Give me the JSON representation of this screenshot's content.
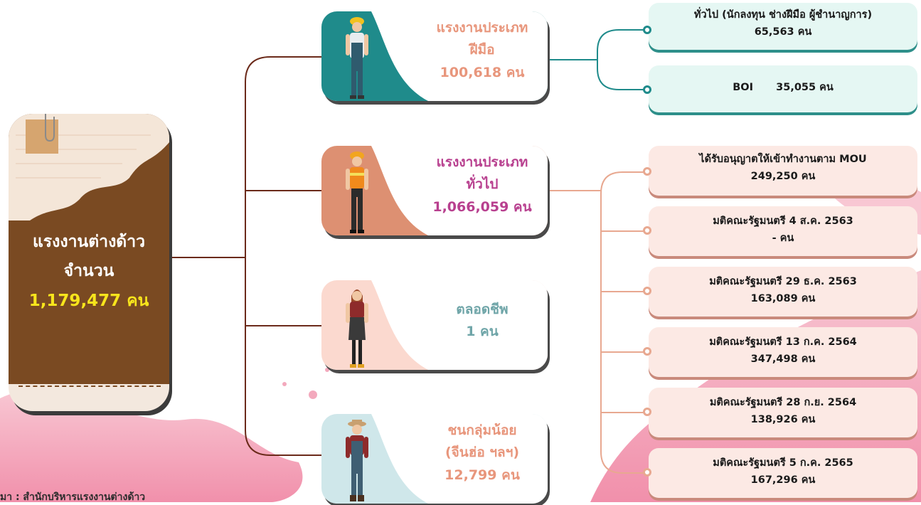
{
  "root": {
    "line1": "แรงงานต่างด้าว",
    "line2": "จำนวน",
    "total": "1,179,477 คน"
  },
  "categories": [
    {
      "title1": "แรงงานประเภท",
      "title2": "ฝีมือ",
      "count": "100,618 คน",
      "color": "#e8967c",
      "panel": "#1f8b8b"
    },
    {
      "title1": "แรงงานประเภท",
      "title2": "ทั่วไป",
      "count": "1,066,059 คน",
      "color": "#b8408f",
      "panel": "#dd9072"
    },
    {
      "title1": "ตลอดชีพ",
      "title2": "",
      "count": "1 คน",
      "color": "#6fa5a8",
      "panel": "#fbd9cf"
    },
    {
      "title1": "ชนกลุ่มน้อย",
      "title2": "(จีนฮ่อ ฯลฯ)",
      "count": "12,799 คน",
      "color": "#e8967c",
      "panel": "#cfe7ea"
    }
  ],
  "skilled_items": [
    {
      "label": "ทั่วไป (นักลงทุน ช่างฝีมือ ผู้ชำนาญการ)",
      "value": "65,563 คน"
    },
    {
      "label": "BOI",
      "value": "35,055 คน"
    }
  ],
  "general_items": [
    {
      "label": "ได้รับอนุญาตให้เข้าทำงานตาม MOU",
      "value": "249,250 คน"
    },
    {
      "label": "มติคณะรัฐมนตรี 4 ส.ค. 2563",
      "value": "- คน"
    },
    {
      "label": "มติคณะรัฐมนตรี 29 ธ.ค. 2563",
      "value": "163,089 คน"
    },
    {
      "label": "มติคณะรัฐมนตรี 13 ก.ค. 2564",
      "value": "347,498 คน"
    },
    {
      "label": "มติคณะรัฐมนตรี 28 ก.ย. 2564",
      "value": "138,926 คน"
    },
    {
      "label": "มติคณะรัฐมนตรี 5 ก.ค. 2565",
      "value": "167,296 คน"
    }
  ],
  "source": "มา : สำนักบริหารแรงงานต่างด้าว",
  "colors": {
    "brown_line": "#6b2a1a",
    "teal_line": "#1f8b8b",
    "salmon_line": "#e8a890",
    "pink_splash": "#f3a9bd"
  }
}
